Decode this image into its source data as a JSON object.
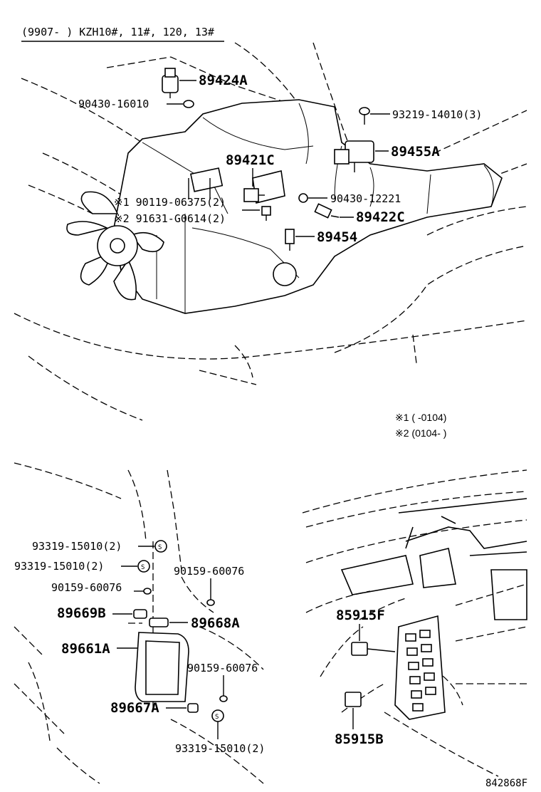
{
  "header": {
    "text": "(9907-      ) KZH10#, 11#, 120, 13#"
  },
  "top_section": {
    "labels": {
      "p89424A": "89424A",
      "p90430_16010": "90430-16010",
      "p93219_14010": "93219-14010(3)",
      "p89455A": "89455A",
      "p89421C": "89421C",
      "p90119": "※1 90119-06375(2)",
      "p91631": "※2 91631-G0614(2)",
      "p90430_12221": "90430-12221",
      "p89422C": "89422C",
      "p89454": "89454"
    },
    "notes": {
      "note1": "※1 (      -0104)",
      "note2": "※2 (0104-      )"
    }
  },
  "bottom_left": {
    "labels": {
      "p93319_a": "93319-15010(2)",
      "p93319_b": "93319-15010(2)",
      "p90159_a": "90159-60076",
      "p90159_b": "90159-60076",
      "p89669B": "89669B",
      "p89668A": "89668A",
      "p89661A": "89661A",
      "p90159_c": "90159-60076",
      "p89667A": "89667A",
      "p93319_c": "93319-15010(2)"
    }
  },
  "bottom_right": {
    "labels": {
      "p85915F": "85915F",
      "p85915B": "85915B"
    }
  },
  "footer": {
    "code": "842868F"
  }
}
